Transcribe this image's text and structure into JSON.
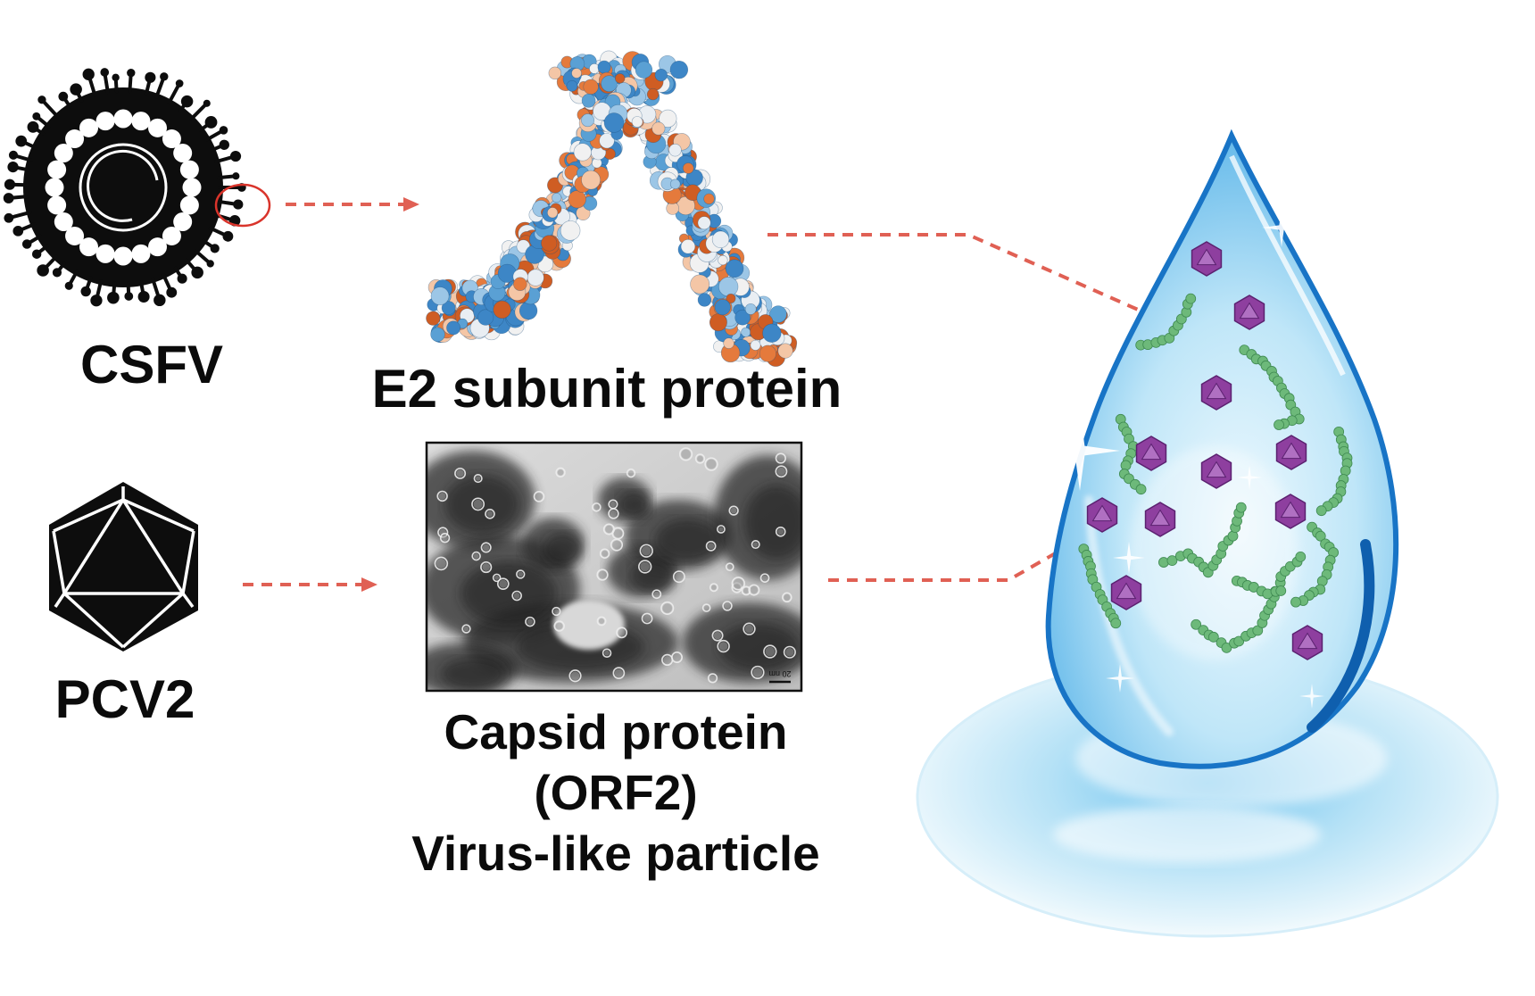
{
  "labels": {
    "csfv": "CSFV",
    "pcv2": "PCV2",
    "e2": "E2 subunit protein",
    "capsid_line1": "Capsid protein",
    "capsid_line2": "(ORF2)",
    "capsid_line3": "Virus-like particle",
    "scale_bar": "20 nm"
  },
  "colors": {
    "arrow": "#e06054",
    "virus": "#0d0d0d",
    "highlight_circle": "#d9342b",
    "protein_blue": "#3d86c6",
    "protein_orange": "#e57a3c",
    "droplet_blue": "#2f8fd8",
    "droplet_light": "#dff2fb",
    "vlp_particle": "#8e3f9f",
    "chain_green": "#6db97a"
  },
  "icons": {
    "csfv": "enveloped-virus-icon",
    "pcv2": "icosahedral-virus-icon",
    "droplet": "water-droplet-icon"
  }
}
